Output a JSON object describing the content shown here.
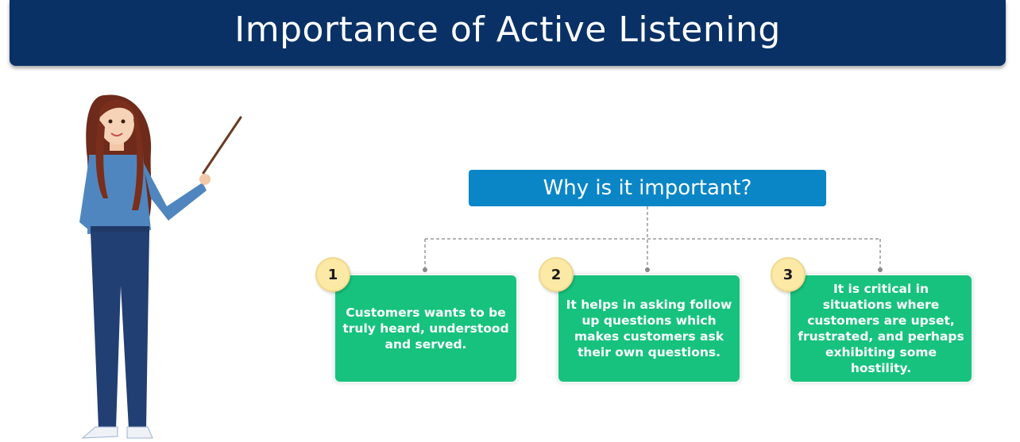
{
  "title": "Importance of Active Listening",
  "diagram": {
    "heading": "Why is it important?",
    "cards": [
      {
        "number": "1",
        "text": "Customers wants to be truly heard, understood and served."
      },
      {
        "number": "2",
        "text": "It helps in asking  follow up questions which makes customers ask their own questions."
      },
      {
        "number": "3",
        "text": "It is critical in situations where customers are upset, frustrated, and perhaps exhibiting some hostility."
      }
    ]
  },
  "colors": {
    "title_bar": "#0a3166",
    "heading_box": "#0a86c7",
    "card": "#17c27e",
    "badge": "#fde9a6"
  },
  "illustration": "woman-with-pointer"
}
